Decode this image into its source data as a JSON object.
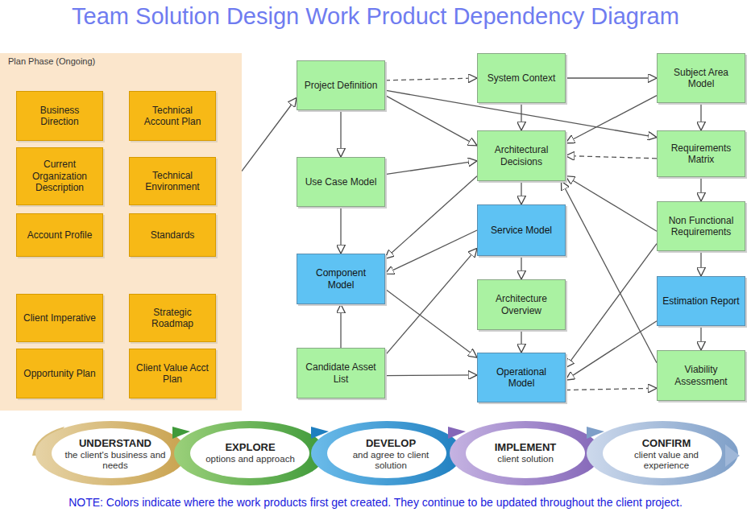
{
  "diagram": {
    "title": "Team Solution Design Work Product Dependency Diagram",
    "nodes": [
      {
        "text": [
          "Plan Phase (Ongoing)"
        ]
      },
      {
        "text": [
          "Business Direction"
        ],
        "in": 0
      },
      {
        "text": [
          "Technical Account Plan"
        ],
        "in": 0
      },
      {
        "text": [
          "Current Organization Description"
        ],
        "in": 0
      },
      {
        "text": [
          "Technical Environment"
        ],
        "in": 0
      },
      {
        "text": [
          "Account Profile"
        ],
        "in": 0
      },
      {
        "text": [
          "Standards"
        ],
        "in": 0
      },
      {
        "text": [
          "Client Imperative"
        ],
        "in": 0
      },
      {
        "text": [
          "Strategic Roadmap"
        ],
        "in": 0
      },
      {
        "text": [
          "Opportunity Plan"
        ],
        "in": 0
      },
      {
        "text": [
          "Client Value Acct Plan"
        ],
        "in": 0
      },
      {
        "text": [
          "Project Definition"
        ]
      },
      {
        "text": [
          "System Context"
        ]
      },
      {
        "text": [
          "Subject Area Model"
        ]
      },
      {
        "text": [
          "Architectural Decisions"
        ]
      },
      {
        "text": [
          "Requirements Matrix"
        ]
      },
      {
        "text": [
          "Use Case Model"
        ]
      },
      {
        "text": [
          "Service Model"
        ]
      },
      {
        "text": [
          "Non Functional Requirements"
        ]
      },
      {
        "text": [
          "Component Model"
        ]
      },
      {
        "text": [
          "Architecture Overview"
        ]
      },
      {
        "text": [
          "Estimation Report"
        ]
      },
      {
        "text": [
          "Candidate Asset List"
        ]
      },
      {
        "text": [
          "Operational Model"
        ]
      },
      {
        "text": [
          "Viability Assessment"
        ]
      },
      {
        "text": [
          "UNDERSTAND",
          "the client's business and needs"
        ]
      },
      {
        "text": [
          "EXPLORE",
          "options and approach"
        ]
      },
      {
        "text": [
          "DEVELOP",
          "and agree to client solution"
        ]
      },
      {
        "text": [
          "IMPLEMENT",
          "client solution"
        ]
      },
      {
        "text": [
          "CONFIRM",
          "client value and experience"
        ]
      }
    ],
    "edges": [
      {
        "from": 0,
        "to": 11,
        "arrow": "to"
      },
      {
        "from": 11,
        "to": 12,
        "arrow": "to"
      },
      {
        "from": 12,
        "to": 13,
        "arrow": "to"
      },
      {
        "from": 11,
        "to": 16,
        "arrow": "to"
      },
      {
        "from": 16,
        "to": 19,
        "arrow": "to"
      },
      {
        "from": 22,
        "to": 19,
        "arrow": "to"
      },
      {
        "from": 12,
        "to": 14,
        "arrow": "to"
      },
      {
        "from": 11,
        "to": 14,
        "arrow": "to"
      },
      {
        "from": 11,
        "to": 15,
        "arrow": "to"
      },
      {
        "from": 13,
        "to": 14,
        "arrow": "to"
      },
      {
        "from": 15,
        "to": 14,
        "arrow": "to"
      },
      {
        "from": 16,
        "to": 14,
        "arrow": "to"
      },
      {
        "from": 14,
        "to": 17,
        "arrow": "to"
      },
      {
        "from": 17,
        "to": 20,
        "arrow": "to"
      },
      {
        "from": 20,
        "to": 23,
        "arrow": "to"
      },
      {
        "from": 13,
        "to": 15,
        "arrow": "to"
      },
      {
        "from": 15,
        "to": 18,
        "arrow": "to"
      },
      {
        "from": 18,
        "to": 21,
        "arrow": "to"
      },
      {
        "from": 21,
        "to": 24,
        "arrow": "to"
      },
      {
        "from": 23,
        "to": 24,
        "arrow": "to"
      },
      {
        "from": 14,
        "to": 19,
        "arrow": "to"
      },
      {
        "from": 17,
        "to": 19,
        "arrow": "to"
      },
      {
        "from": 19,
        "to": 23,
        "arrow": "to"
      },
      {
        "from": 22,
        "to": 17,
        "arrow": "to"
      },
      {
        "from": 22,
        "to": 23,
        "arrow": "to"
      },
      {
        "from": 18,
        "to": 14,
        "arrow": "to"
      },
      {
        "from": 24,
        "to": 14,
        "arrow": "to"
      },
      {
        "from": 18,
        "to": 23,
        "arrow": "to"
      },
      {
        "from": 21,
        "to": 23,
        "arrow": "to"
      }
    ],
    "labels": [
      "NOTE: Colors indicate where the work products first get created. They continue to be updated throughout the client project."
    ]
  }
}
